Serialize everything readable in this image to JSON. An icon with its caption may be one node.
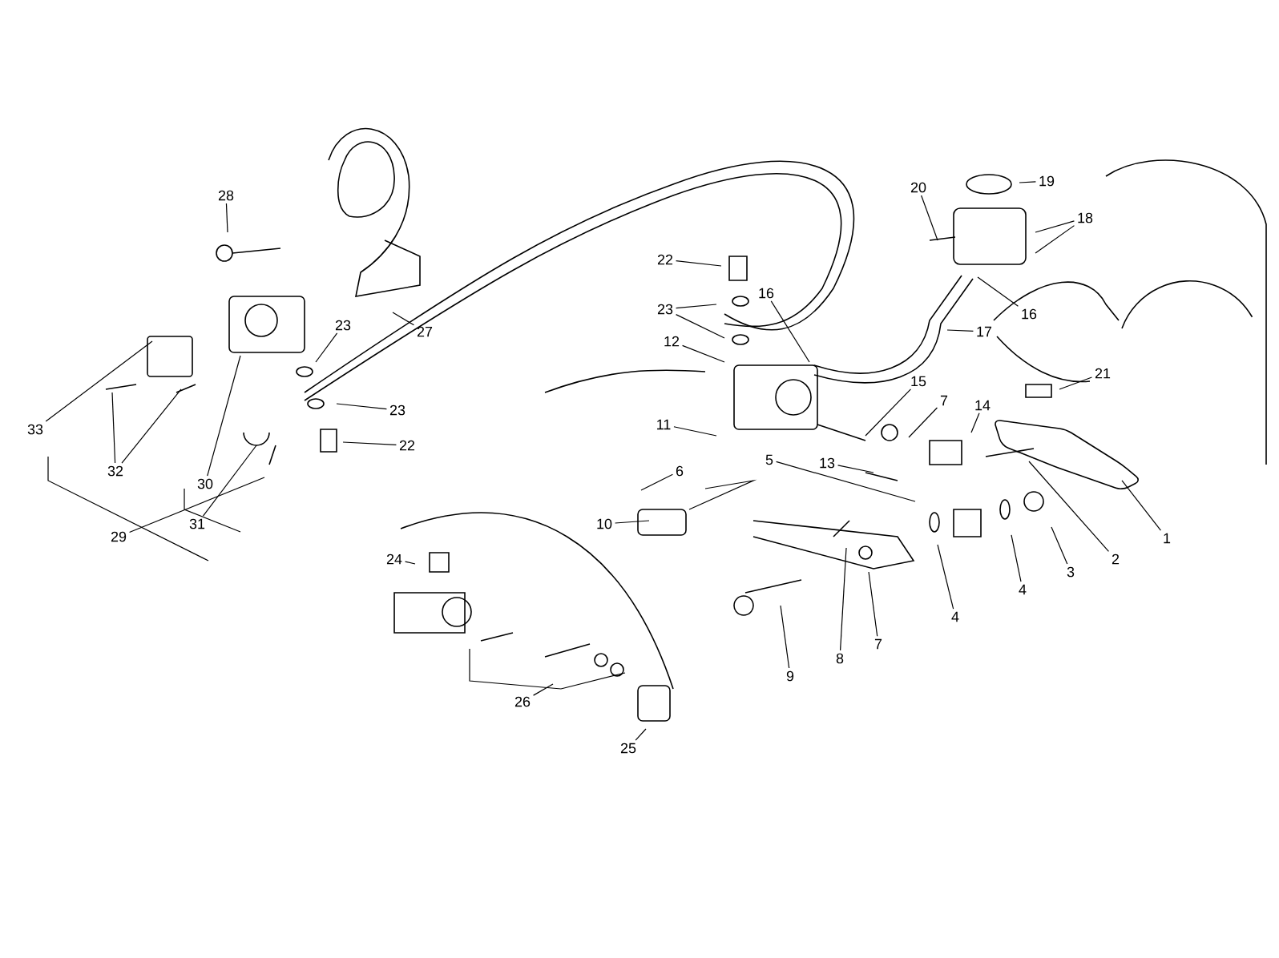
{
  "diagram": {
    "nodes": [
      {
        "text": [
          "28"
        ]
      },
      {
        "text": [
          "33"
        ]
      },
      {
        "text": [
          "32"
        ]
      },
      {
        "text": [
          "30"
        ]
      },
      {
        "text": [
          "29"
        ]
      },
      {
        "text": [
          "31"
        ]
      },
      {
        "text": [
          "23"
        ]
      },
      {
        "text": [
          "23"
        ]
      },
      {
        "text": [
          "22"
        ]
      },
      {
        "text": [
          "27"
        ]
      },
      {
        "text": [
          "22"
        ]
      },
      {
        "text": [
          "23"
        ]
      },
      {
        "text": [
          "12"
        ]
      },
      {
        "text": [
          "16"
        ]
      },
      {
        "text": [
          "17"
        ]
      },
      {
        "text": [
          "20"
        ]
      },
      {
        "text": [
          "19"
        ]
      },
      {
        "text": [
          "18"
        ]
      },
      {
        "text": [
          "16"
        ]
      },
      {
        "text": [
          "21"
        ]
      },
      {
        "text": [
          "15"
        ]
      },
      {
        "text": [
          "7"
        ]
      },
      {
        "text": [
          "14"
        ]
      },
      {
        "text": [
          "11"
        ]
      },
      {
        "text": [
          "13"
        ]
      },
      {
        "text": [
          "5"
        ]
      },
      {
        "text": [
          "6"
        ]
      },
      {
        "text": [
          "10"
        ]
      },
      {
        "text": [
          "1"
        ]
      },
      {
        "text": [
          "2"
        ]
      },
      {
        "text": [
          "3"
        ]
      },
      {
        "text": [
          "4"
        ]
      },
      {
        "text": [
          "4"
        ]
      },
      {
        "text": [
          "7"
        ]
      },
      {
        "text": [
          "8"
        ]
      },
      {
        "text": [
          "9"
        ]
      },
      {
        "text": [
          "24"
        ]
      },
      {
        "text": [
          "26"
        ]
      },
      {
        "text": [
          "25"
        ]
      }
    ],
    "edges": [
      {
        "from": 0,
        "to": null,
        "arrow": "none"
      },
      {
        "from": 1,
        "to": null,
        "arrow": "none"
      },
      {
        "from": 2,
        "to": null,
        "arrow": "none"
      },
      {
        "from": 2,
        "to": null,
        "arrow": "none"
      },
      {
        "from": 3,
        "to": null,
        "arrow": "none"
      },
      {
        "from": 4,
        "to": null,
        "arrow": "none"
      },
      {
        "from": 5,
        "to": null,
        "arrow": "none"
      },
      {
        "from": 6,
        "to": null,
        "arrow": "none"
      },
      {
        "from": 7,
        "to": null,
        "arrow": "none"
      },
      {
        "from": 8,
        "to": null,
        "arrow": "none"
      },
      {
        "from": 9,
        "to": null,
        "arrow": "none"
      },
      {
        "from": 10,
        "to": null,
        "arrow": "none"
      },
      {
        "from": 11,
        "to": null,
        "arrow": "none"
      },
      {
        "from": 11,
        "to": null,
        "arrow": "none"
      },
      {
        "from": 12,
        "to": null,
        "arrow": "none"
      },
      {
        "from": 13,
        "to": null,
        "arrow": "none"
      },
      {
        "from": 14,
        "to": null,
        "arrow": "none"
      },
      {
        "from": 15,
        "to": null,
        "arrow": "none"
      },
      {
        "from": 16,
        "to": null,
        "arrow": "none"
      },
      {
        "from": 17,
        "to": null,
        "arrow": "none"
      },
      {
        "from": 17,
        "to": null,
        "arrow": "none"
      },
      {
        "from": 18,
        "to": null,
        "arrow": "none"
      },
      {
        "from": 19,
        "to": null,
        "arrow": "none"
      },
      {
        "from": 20,
        "to": null,
        "arrow": "none"
      },
      {
        "from": 21,
        "to": null,
        "arrow": "none"
      },
      {
        "from": 22,
        "to": null,
        "arrow": "none"
      },
      {
        "from": 23,
        "to": null,
        "arrow": "none"
      },
      {
        "from": 24,
        "to": null,
        "arrow": "none"
      },
      {
        "from": 25,
        "to": null,
        "arrow": "none"
      },
      {
        "from": 26,
        "to": null,
        "arrow": "none"
      },
      {
        "from": 27,
        "to": null,
        "arrow": "none"
      },
      {
        "from": 28,
        "to": null,
        "arrow": "none"
      },
      {
        "from": 29,
        "to": null,
        "arrow": "none"
      },
      {
        "from": 30,
        "to": null,
        "arrow": "none"
      },
      {
        "from": 31,
        "to": null,
        "arrow": "none"
      },
      {
        "from": 32,
        "to": null,
        "arrow": "none"
      },
      {
        "from": 33,
        "to": null,
        "arrow": "none"
      },
      {
        "from": 34,
        "to": null,
        "arrow": "none"
      },
      {
        "from": 35,
        "to": null,
        "arrow": "none"
      },
      {
        "from": 36,
        "to": null,
        "arrow": "none"
      },
      {
        "from": 37,
        "to": null,
        "arrow": "none"
      },
      {
        "from": 38,
        "to": null,
        "arrow": "none"
      }
    ]
  }
}
